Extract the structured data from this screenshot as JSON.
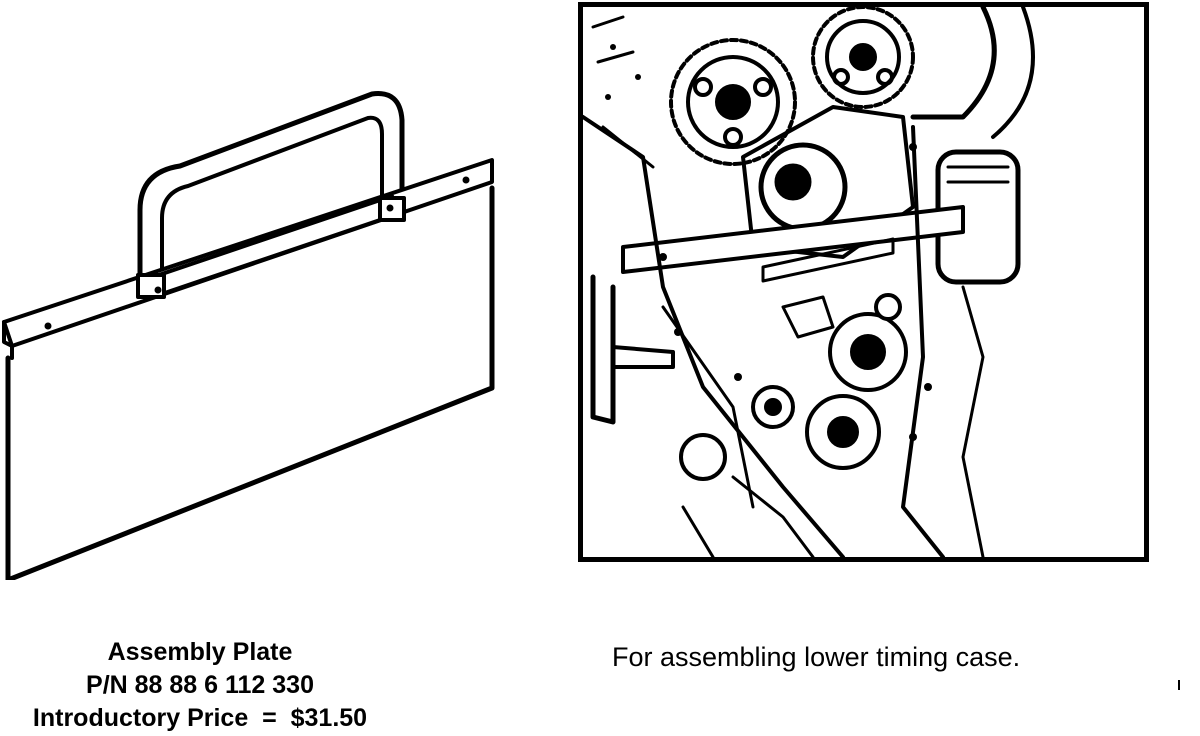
{
  "left_caption": {
    "title": "Assembly Plate",
    "part_number": "P/N 88 88 6 112 330",
    "price": "Introductory Price  =  $31.50"
  },
  "right_caption": {
    "text": "For assembling lower timing case."
  },
  "illustrations": {
    "tool_icon": "assembly-plate-tool-drawing",
    "engine_icon": "engine-timing-case-drawing"
  },
  "colors": {
    "ink": "#000000",
    "paper": "#ffffff"
  }
}
